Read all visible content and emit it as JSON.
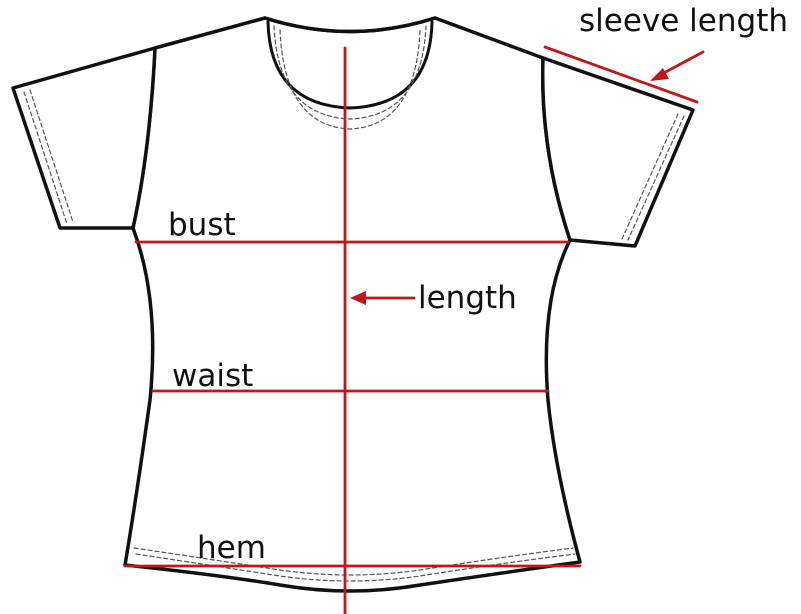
{
  "colors": {
    "outline": "#111111",
    "stitching": "#555555",
    "measurement": "#c0171e",
    "label": "#111111"
  },
  "labels": {
    "sleeve_length": "sleeve length",
    "bust": "bust",
    "length": "length",
    "waist": "waist",
    "hem": "hem"
  }
}
